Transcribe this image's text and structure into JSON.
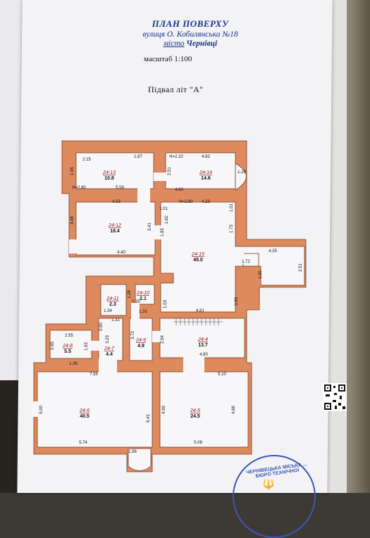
{
  "header": {
    "title": "ПЛАН ПОВЕРХУ",
    "street": "вулиця О. Кобилянська №18",
    "city_label": "місто",
    "city": "Чернівці",
    "scale": "масштаб 1:100",
    "level": "Підвал літ \"А\""
  },
  "rooms": [
    {
      "id": "24-13",
      "area": "10.8"
    },
    {
      "id": "24-14",
      "area": "14.6"
    },
    {
      "id": "24-12",
      "area": "18.4"
    },
    {
      "id": "24-15",
      "area": "45.0"
    },
    {
      "id": "24-11",
      "area": "2.3"
    },
    {
      "id": "24-10",
      "area": "2.1"
    },
    {
      "id": "24-8",
      "area": "5.5"
    },
    {
      "id": "24-7",
      "area": "4.4"
    },
    {
      "id": "24-9",
      "area": "4.9"
    },
    {
      "id": "24-4",
      "area": "13.7"
    },
    {
      "id": "24-6",
      "area": "40.5"
    },
    {
      "id": "24-5",
      "area": "24.5"
    }
  ],
  "dimensions": [
    "2.15",
    "1.87",
    "1.95",
    "H=2.80",
    "5.59",
    "H=2.10",
    "4.82",
    "2.51",
    "1.29",
    "4.83",
    "4.33",
    "3.48",
    "1.01",
    "H=2.80",
    "4.23",
    "1.62",
    "1.01",
    "3.41",
    "4.40",
    "1.83",
    "1.73",
    "4.25",
    "1.72",
    "1.50",
    "2.51",
    "1.28",
    "1.35",
    "1.31",
    "1.34",
    "1.31",
    "0.90",
    "1.03",
    "4.81",
    "0.99",
    "3.72",
    "3.23",
    "2.54",
    "2.55",
    "0.95",
    "1.93",
    "1.36",
    "4.80",
    "7.55",
    "5.10",
    "5.00",
    "6.41",
    "4.99",
    "4.66",
    "5.74",
    "1.56",
    "5.08"
  ],
  "stamp": {
    "text": "ЧЕРНІВЕЦЬКА МІСЬКА ... БЮРО ТЕХНІЧНОЇ"
  },
  "colors": {
    "wall": "#dd8a5f",
    "wall_edge": "#7a3b20",
    "ink": "#16308c",
    "room": "#f7f7f9"
  }
}
